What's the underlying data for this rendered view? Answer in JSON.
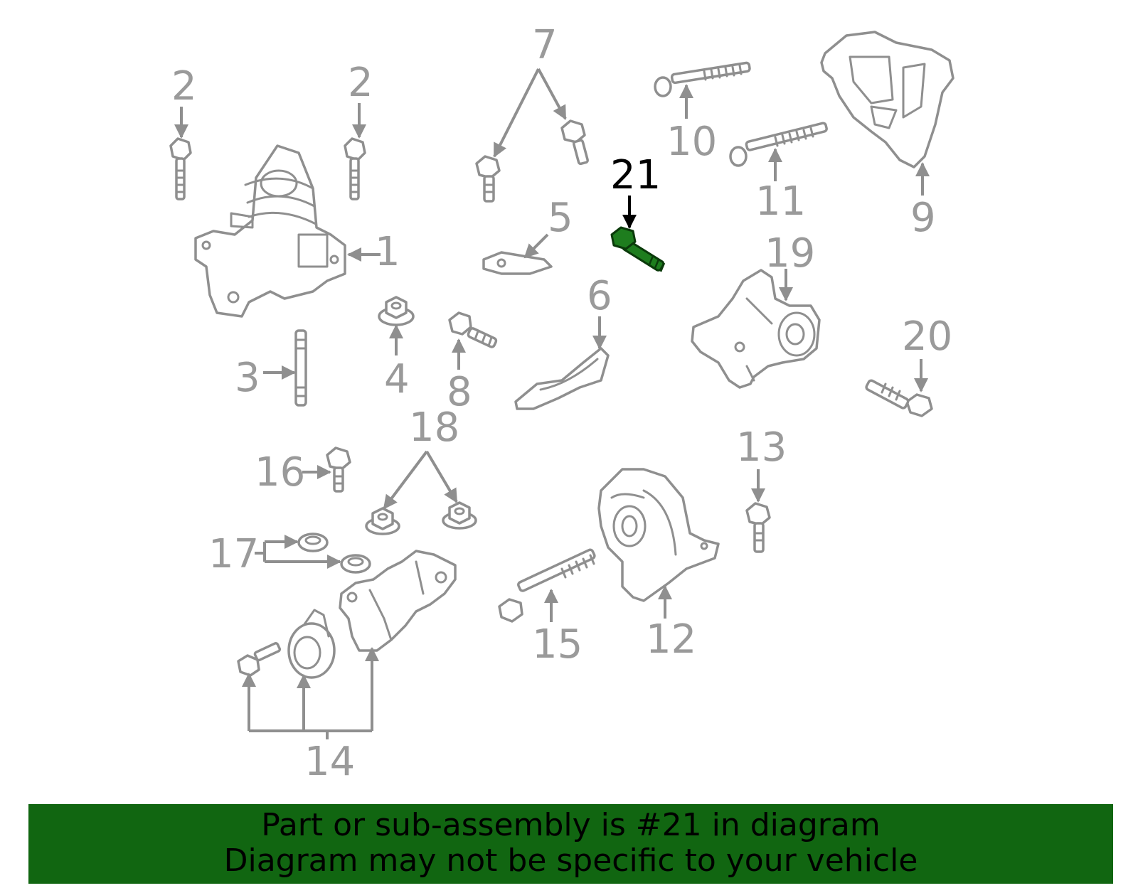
{
  "diagram": {
    "callouts": [
      {
        "num": "1"
      },
      {
        "num": "2"
      },
      {
        "num": "2"
      },
      {
        "num": "3"
      },
      {
        "num": "4"
      },
      {
        "num": "5"
      },
      {
        "num": "6"
      },
      {
        "num": "7"
      },
      {
        "num": "8"
      },
      {
        "num": "9"
      },
      {
        "num": "10"
      },
      {
        "num": "11"
      },
      {
        "num": "12"
      },
      {
        "num": "13"
      },
      {
        "num": "14"
      },
      {
        "num": "15"
      },
      {
        "num": "16"
      },
      {
        "num": "17"
      },
      {
        "num": "18"
      },
      {
        "num": "19"
      },
      {
        "num": "20"
      },
      {
        "num": "21"
      }
    ],
    "highlighted": "21",
    "colors": {
      "highlight_part": "#1e7d1e",
      "line_gray": "#8f8f8f",
      "label_gray": "#9a9a9a",
      "banner_bg": "#116611"
    }
  },
  "banner": {
    "line1": "Part or sub-assembly is #21 in diagram",
    "line2": "Diagram may not be specific to your vehicle"
  }
}
